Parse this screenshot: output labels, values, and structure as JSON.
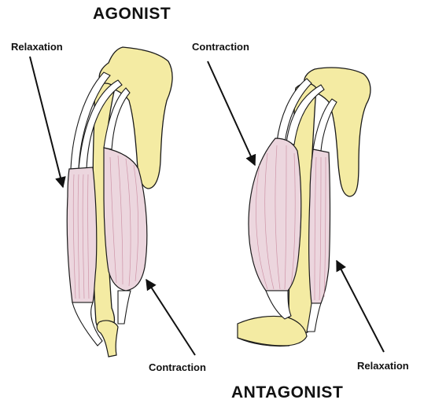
{
  "diagram": {
    "title_top": "AGONIST",
    "title_bottom": "ANTAGONIST",
    "left_arm": {
      "label_upper": "Relaxation",
      "label_lower": "Contraction"
    },
    "right_arm": {
      "label_upper": "Contraction",
      "label_lower": "Relaxation"
    }
  },
  "colors": {
    "bone": "#f4eba3",
    "muscle": "#ecd6de",
    "muscle_fiber": "#c7849a",
    "outline": "#1a1a1a"
  }
}
